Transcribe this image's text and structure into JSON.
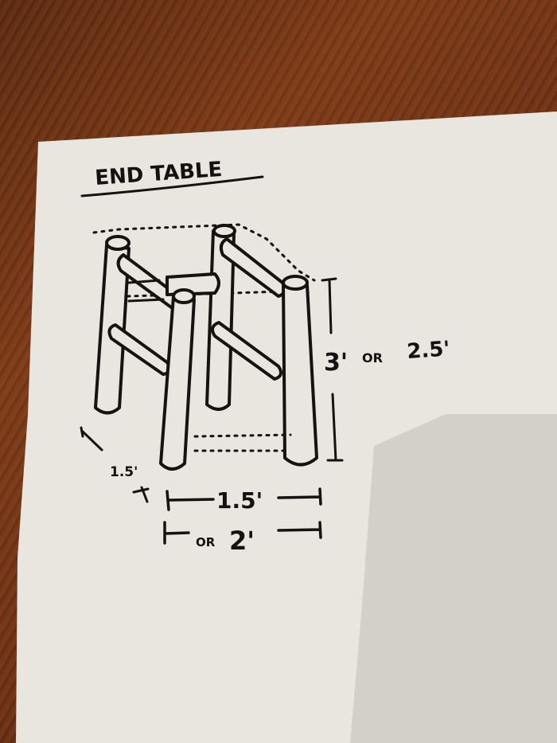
{
  "sketch": {
    "title": "END TABLE",
    "object": "end table with four cylindrical log legs and connecting rails",
    "dimensions": {
      "height": {
        "primary": "3'",
        "or_label": "OR",
        "alternate": "2.5'"
      },
      "depth": {
        "value": "1.5'"
      },
      "width": {
        "primary": "1.5'",
        "or_label": "OR",
        "alternate": "2'"
      }
    }
  },
  "scene": {
    "background": "wood tabletop",
    "medium": "marker on white paper",
    "colors": {
      "paper": "#e9e6e0",
      "ink": "#151210",
      "wood": "#6a3015",
      "shadow": "#cfcbc4"
    }
  }
}
